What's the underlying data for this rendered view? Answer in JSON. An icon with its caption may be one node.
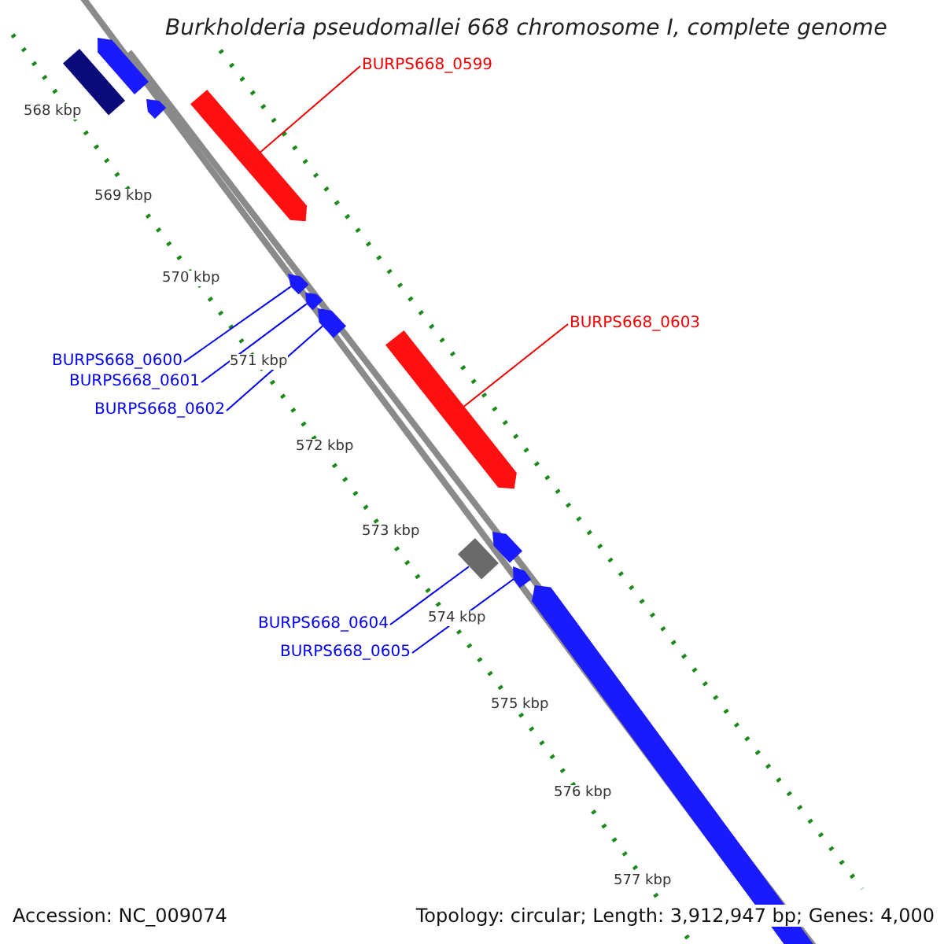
{
  "diagram": {
    "title": "Burkholderia pseudomallei 668 chromosome I, complete genome",
    "nodes": [
      {
        "text": [
          "BURPS668_0599"
        ]
      },
      {
        "text": [
          "BURPS668_0603"
        ]
      },
      {
        "text": [
          "BURPS668_0600"
        ]
      },
      {
        "text": [
          "BURPS668_0601"
        ]
      },
      {
        "text": [
          "BURPS668_0602"
        ]
      },
      {
        "text": [
          "BURPS668_0604"
        ]
      },
      {
        "text": [
          "BURPS668_0605"
        ]
      },
      {
        "text": [],
        "shape": "bar"
      },
      {
        "text": [],
        "shape": "bar"
      },
      {
        "text": [],
        "shape": "bar"
      },
      {
        "text": [],
        "shape": "bar"
      },
      {
        "text": [],
        "shape": "bar"
      },
      {
        "text": [],
        "shape": "bar"
      },
      {
        "text": [],
        "shape": "bar"
      },
      {
        "text": [],
        "shape": "bar"
      },
      {
        "text": [],
        "shape": "bar"
      },
      {
        "text": [],
        "shape": "bar"
      },
      {
        "text": [],
        "shape": "bar"
      },
      {
        "text": [],
        "shape": "bar"
      }
    ],
    "edges": [
      {
        "from": 0,
        "to": 10,
        "arrow": "none",
        "color": "#ee0000"
      },
      {
        "from": 1,
        "to": 14,
        "arrow": "none",
        "color": "#ee0000"
      },
      {
        "from": 2,
        "to": 11,
        "arrow": "none"
      },
      {
        "from": 3,
        "to": 12,
        "arrow": "none"
      },
      {
        "from": 4,
        "to": 13,
        "arrow": "none"
      },
      {
        "from": 5,
        "to": 15,
        "arrow": "none"
      },
      {
        "from": 6,
        "to": 17,
        "arrow": "none"
      }
    ],
    "labels": [
      "568 kbp",
      "569 kbp",
      "570 kbp",
      "571 kbp",
      "572 kbp",
      "573 kbp",
      "574 kbp",
      "575 kbp",
      "576 kbp",
      "577 kbp",
      "Accession: NC_009074",
      "Topology: circular; Length: 3,912,947 bp; Genes: 4,000"
    ]
  }
}
